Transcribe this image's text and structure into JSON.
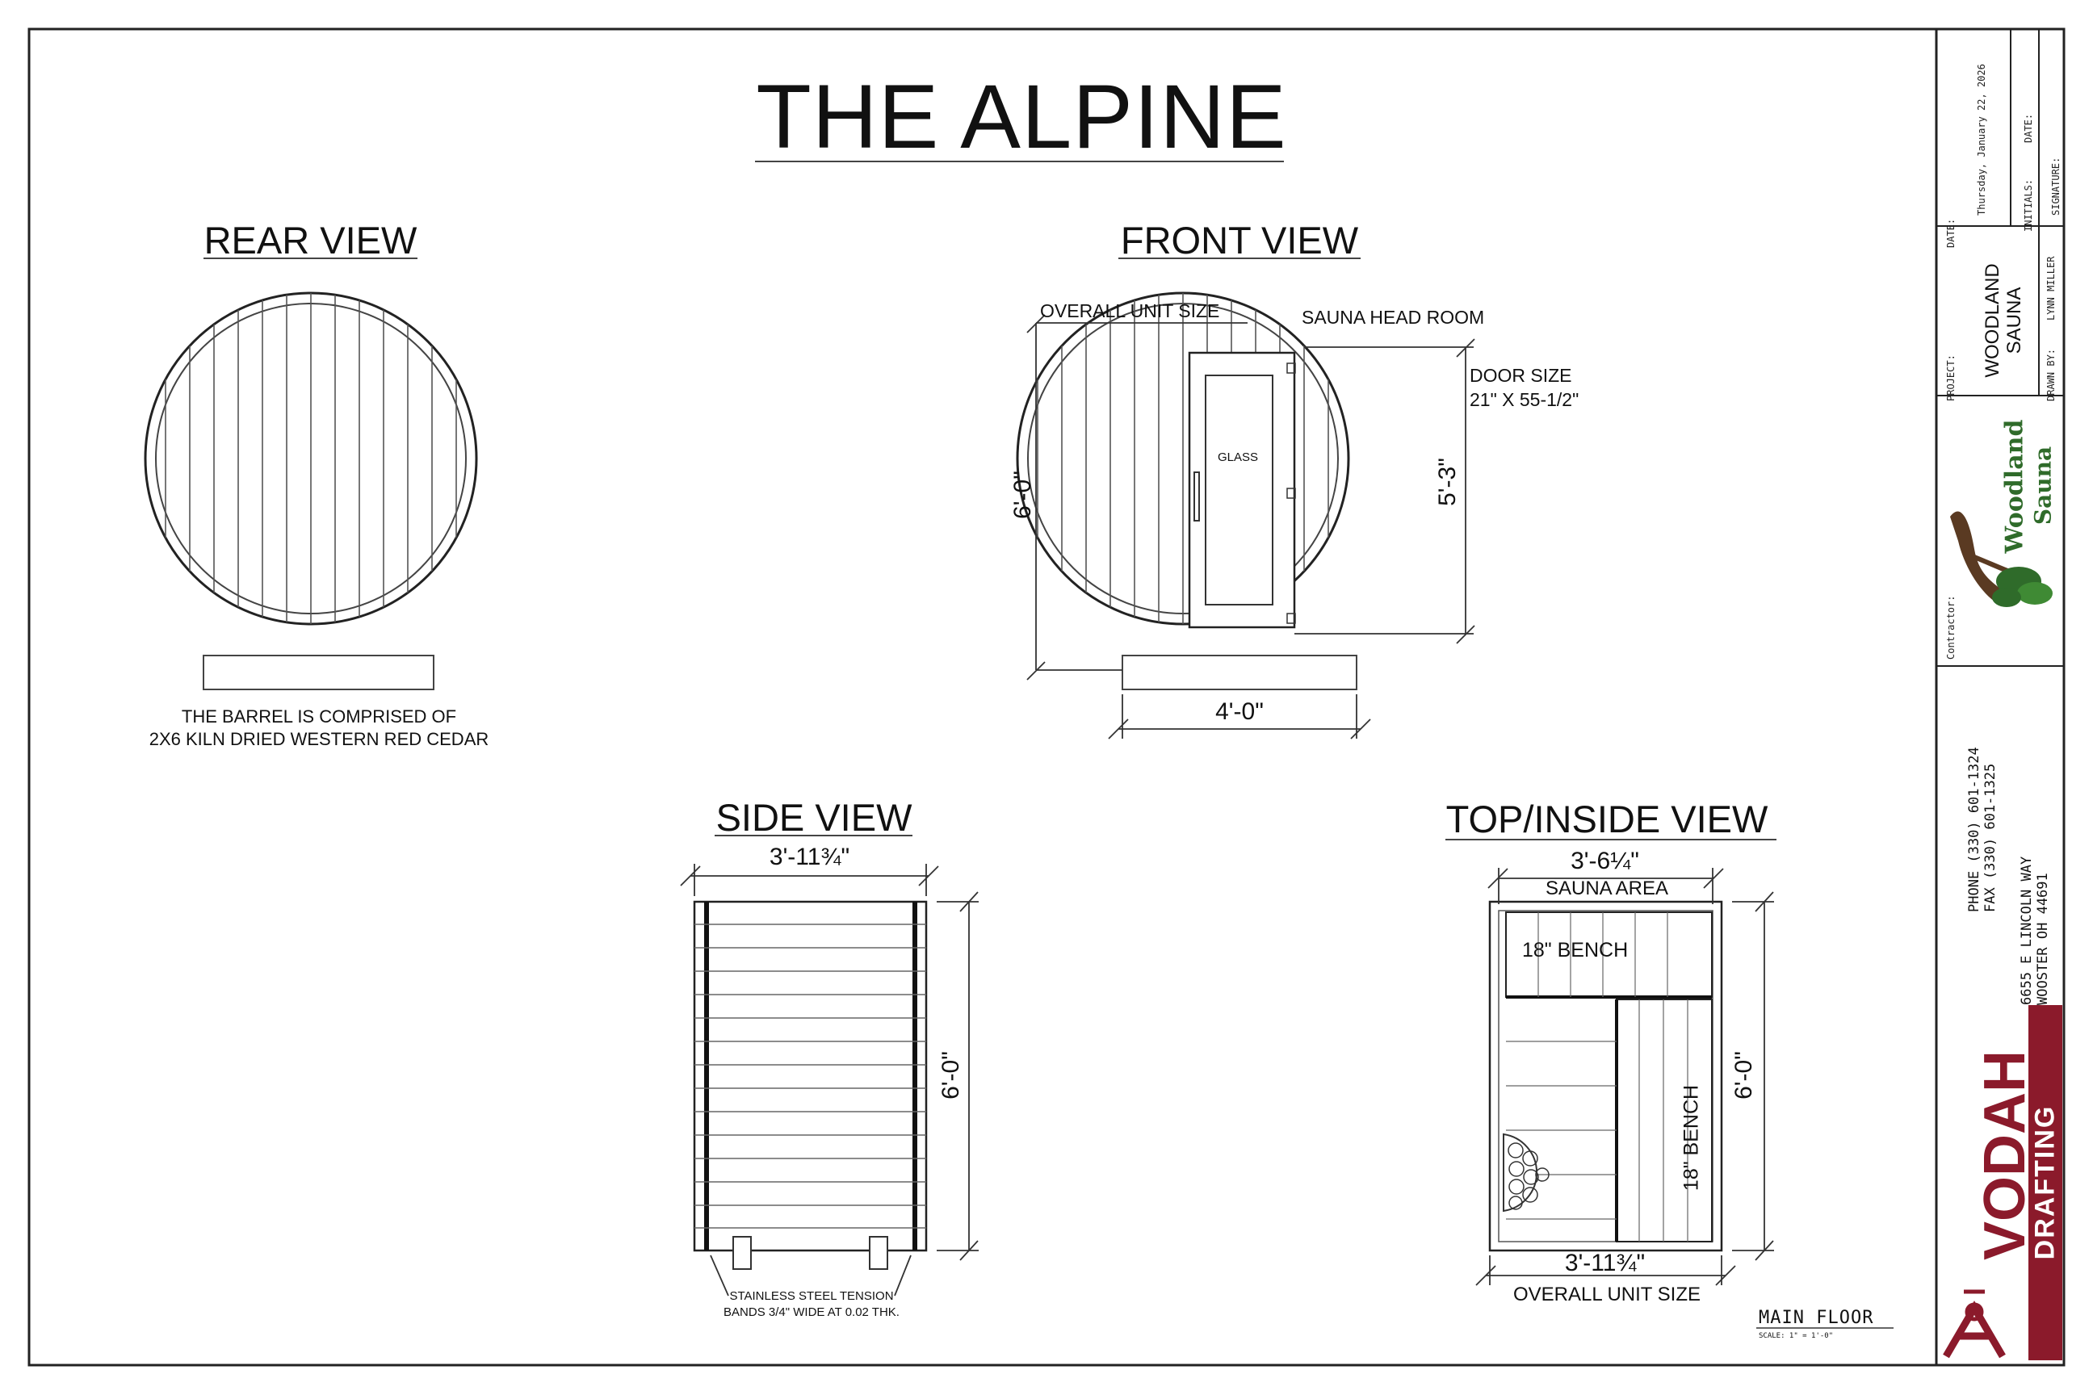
{
  "title": "THE ALPINE",
  "views": {
    "rear": {
      "title": "REAR VIEW",
      "note_line1": "THE BARREL IS COMPRISED OF",
      "note_line2": "2X6 KILN DRIED WESTERN RED CEDAR"
    },
    "front": {
      "title": "FRONT VIEW",
      "overall_unit_size": "OVERALL UNIT SIZE",
      "sauna_head_room": "SAUNA HEAD ROOM",
      "door_size_label": "DOOR SIZE",
      "door_size_value": "21\" X 55-1/2\"",
      "glass": "GLASS",
      "height": "6'-0\"",
      "head_room_height": "5'-3\"",
      "width": "4'-0\""
    },
    "side": {
      "title": "SIDE VIEW",
      "width": "3'-11¾\"",
      "height": "6'-0\"",
      "note_line1": "STAINLESS STEEL TENSION",
      "note_line2": "BANDS 3/4\" WIDE AT 0.02 THK."
    },
    "top": {
      "title": "TOP/INSIDE VIEW",
      "inner_width": "3'-6¼\"",
      "sauna_area": "SAUNA AREA",
      "bench_top": "18\" BENCH",
      "bench_side": "18\" BENCH",
      "height": "6'-0\"",
      "outer_width": "3'-11¾\"",
      "overall_unit_size": "OVERALL UNIT SIZE"
    }
  },
  "floor_label": "MAIN FLOOR",
  "scale_label": "SCALE: 1\" = 1'-0\"",
  "title_block": {
    "date_label": "DATE:",
    "date_value": "Thursday, January 22, 2026",
    "initials_label": "INITIALS:",
    "date2_label": "DATE:",
    "signature_label": "SIGNATURE:",
    "project_label": "PROJECT:",
    "project_line1": "WOODLAND",
    "project_line2": "SAUNA",
    "drawn_by_label": "DRAWN BY:",
    "drawn_by_value": "LYNN MILLER",
    "contractor_label": "Contractor:",
    "contractor_logo_line1": "Woodland",
    "contractor_logo_line2": "Sauna",
    "phone": "PHONE (330) 601-1324",
    "fax": "FAX (330) 601-1325",
    "address1": "6655 E LINCOLN WAY",
    "address2": "WOOSTER OH 44691",
    "firm_name": "VODAH",
    "firm_sub": "DRAFTING"
  },
  "colors": {
    "firm_red": "#8b1a2b",
    "line": "#111111"
  }
}
